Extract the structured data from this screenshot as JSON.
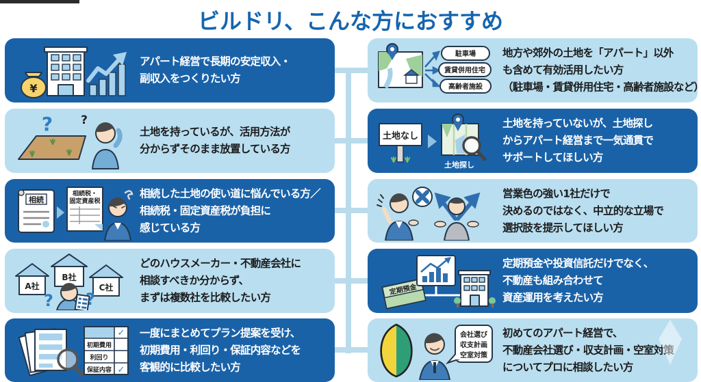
{
  "page": {
    "title": "ビルドリ、こんな方におすすめ"
  },
  "colors": {
    "title_blue": "#1565ae",
    "dark_box": "#1a62a8",
    "light_box": "#b9def0",
    "connector": "#b9dbec",
    "text_on_dark": "#ffffff",
    "text_on_light": "#1b1b1b"
  },
  "left_column": {
    "rows": [
      {
        "variant": "dark",
        "illustration_name": "money-building-growth",
        "text": "アパート経営で長期の安定収入・\n副収入をつくりたい方",
        "illustration": {
          "yen": "¥"
        }
      },
      {
        "variant": "light",
        "illustration_name": "vacant-land-question",
        "text": "土地を持っているが、活用方法が\n分からずそのまま放置している方",
        "illustration": {
          "q_large": "?",
          "q_small": "?"
        }
      },
      {
        "variant": "dark",
        "illustration_name": "inheritance-tax",
        "text": "相続した土地の使い道に悩んでいる方／\n相続税・固定資産税が負担に\n感じている方",
        "illustration": {
          "deed_label": "相続",
          "tax_line1": "相続税・",
          "tax_line2": "固定資産税"
        }
      },
      {
        "variant": "light",
        "illustration_name": "compare-companies",
        "text": "どのハウスメーカー・不動産会社に\n相談すべきか分からず、\nまずは複数社を比較したい方",
        "illustration": {
          "house_a": "A社",
          "house_b": "B社",
          "house_c": "C社",
          "q_left": "?",
          "q_right": "?"
        }
      },
      {
        "variant": "dark",
        "illustration_name": "plan-comparison",
        "text": "一度にまとめてプラン提案を受け、\n初期費用・利回り・保証内容などを\n客観的に比較したい方",
        "illustration": {
          "check_rows": [
            "初期費用",
            "利回り",
            "保証内容"
          ],
          "check_mark": "✓"
        }
      }
    ]
  },
  "right_column": {
    "rows": [
      {
        "variant": "light",
        "illustration_name": "land-use-options",
        "text": "地方や郊外の土地を「アパート」以外\nも含めて有効活用したい方\n（駐車場・賃貸併用住宅・高齢者施設など）",
        "illustration": {
          "pills": [
            "駐車場",
            "賃貸併用住宅",
            "高齢者施設"
          ]
        }
      },
      {
        "variant": "dark",
        "illustration_name": "land-search-support",
        "text": "土地を持っていないが、土地探し\nからアパート経営まで一気通貫で\nサポートしてほしい方",
        "illustration": {
          "sign": "土地なし",
          "search_label": "土地探し"
        }
      },
      {
        "variant": "light",
        "illustration_name": "neutral-options",
        "text": "営業色の強い1社だけで\n決めるのではなく、中立的な立場で\n選択肢を提示してほしい方",
        "illustration": {
          "x_mark": "✕"
        }
      },
      {
        "variant": "dark",
        "illustration_name": "asset-diversification",
        "text": "定期預金や投資信託だけでなく、\n不動産も組み合わせて\n資産運用を考えたい方",
        "illustration": {
          "bankbook_label": "定期預金"
        }
      },
      {
        "variant": "light",
        "illustration_name": "beginner-consultation",
        "text": "初めてのアパート経営で、\n不動産会社選び・収支計画・空室対策\nについてプロに相談したい方",
        "illustration": {
          "bubble_lines": [
            "会社選び",
            "収支計画",
            "空室対策"
          ]
        }
      }
    ]
  }
}
